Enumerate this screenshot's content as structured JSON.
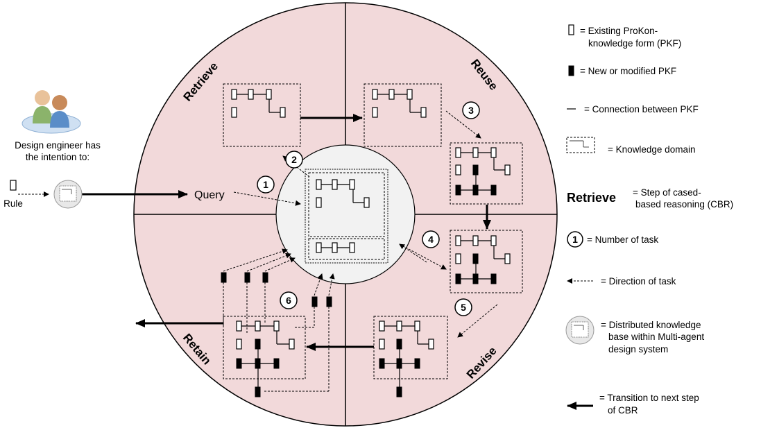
{
  "steps": {
    "retrieve": "Retrieve",
    "reuse": "Reuse",
    "revise": "Revise",
    "retain": "Retain"
  },
  "left": {
    "actor_line1": "Design engineer has",
    "actor_line2": "the intention to:",
    "rule_label": "Rule",
    "query_label": "Query"
  },
  "task_numbers": [
    "1",
    "2",
    "3",
    "4",
    "5",
    "6"
  ],
  "legend": {
    "pkf_line1": "= Existing ProKon-",
    "pkf_line2": "knowledge form (PKF)",
    "new_pkf": "= New or modified PKF",
    "connection": "= Connection between PKF",
    "domain": "= Knowledge domain",
    "step_sample": "Retrieve",
    "step_line1": "= Step of cased-",
    "step_line2": "based reasoning (CBR)",
    "number_sample": "1",
    "number_label": "= Number of task",
    "direction": "= Direction of task",
    "kb_line1": "= Distributed knowledge",
    "kb_line2": "base within Multi-agent",
    "kb_line3": "design system",
    "transition_line1": "= Transition to next step",
    "transition_line2": "of CBR"
  },
  "colors": {
    "ring_fill": "#f2d9da",
    "center_fill": "#f2f2f2"
  },
  "icons": [
    "person-icon",
    "knowledge-base-icon"
  ]
}
